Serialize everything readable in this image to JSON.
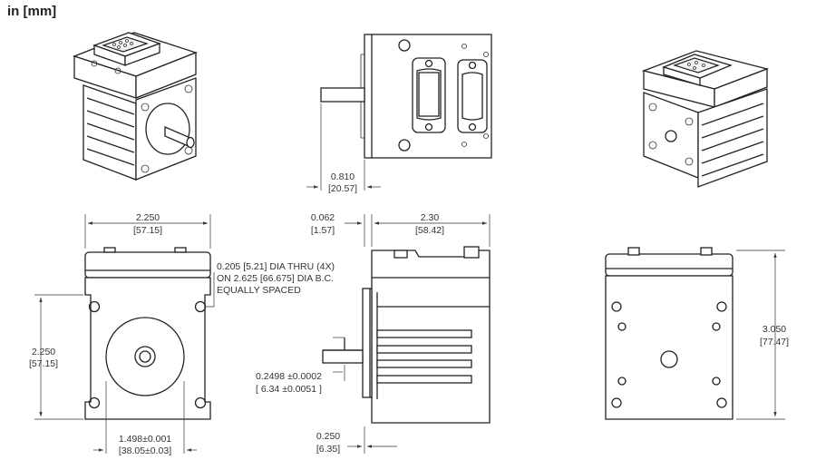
{
  "units_label": "in [mm]",
  "dimensions": {
    "shaft_extension": {
      "in": "0.810",
      "mm": "[20.57]"
    },
    "front_width": {
      "in": "2.250",
      "mm": "[57.15]"
    },
    "front_height": {
      "in": "2.250",
      "mm": "[57.15]"
    },
    "mount_holes_line1": "0.205 [5.21] DIA THRU (4X)",
    "mount_holes_line2": "ON 2.625 [66.675] DIA B.C.",
    "mount_holes_line3": "EQUALLY SPACED",
    "pilot_diameter": {
      "in": "1.498±0.001",
      "mm": "[38.05±0.03]"
    },
    "flange_thickness": {
      "in": "0.062",
      "mm": "[1.57]"
    },
    "body_length": {
      "in": "2.30",
      "mm": "[58.42]"
    },
    "shaft_diameter": {
      "in": "0.2498  ±0.0002",
      "mm": "[ 6.34 ±0.0051 ]"
    },
    "shaft_flat": {
      "in": "0.250",
      "mm": "[6.35]"
    },
    "rear_height": {
      "in": "3.050",
      "mm": "[77.47]"
    }
  }
}
